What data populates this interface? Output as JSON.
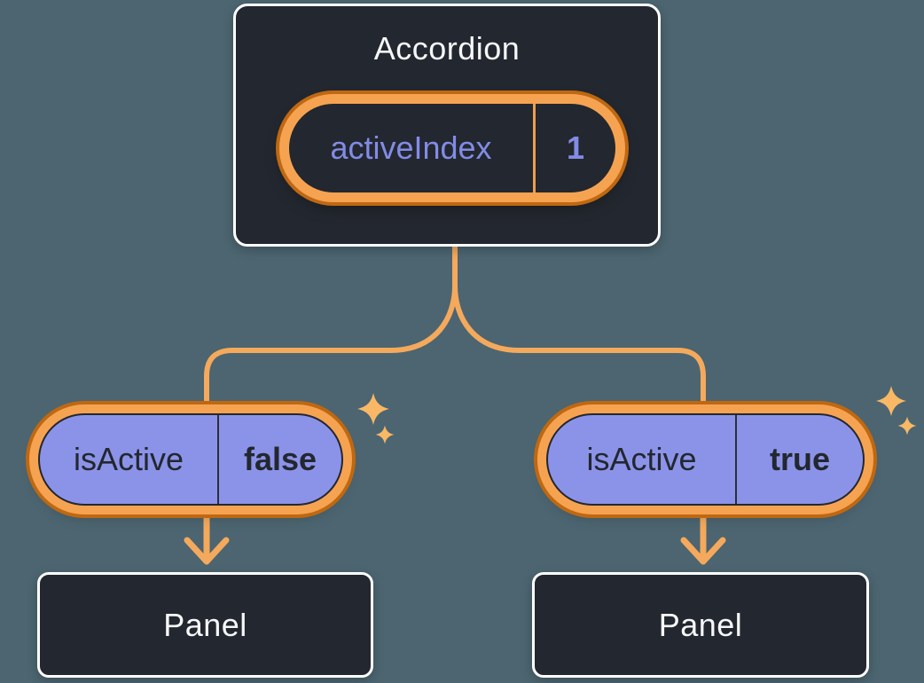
{
  "colors": {
    "background": "#4C6570",
    "node-bg": "#23272F",
    "node-border": "#FFFFFF",
    "orange": "#F4A95C",
    "orange-ring": "#F6A351",
    "orange-dark": "#BF6811",
    "orange-sparkle": "#F8B865",
    "purple": "#8B93E9",
    "purple-text": "#828CE5",
    "dark-text": "#23272F",
    "light-text": "#F6F7F9"
  },
  "tree": {
    "root": {
      "title": "Accordion",
      "state": {
        "name": "activeIndex",
        "value": "1"
      }
    },
    "children": [
      {
        "state": {
          "name": "isActive",
          "value": "false"
        },
        "panel_label": "Panel"
      },
      {
        "state": {
          "name": "isActive",
          "value": "true"
        },
        "panel_label": "Panel"
      }
    ]
  }
}
